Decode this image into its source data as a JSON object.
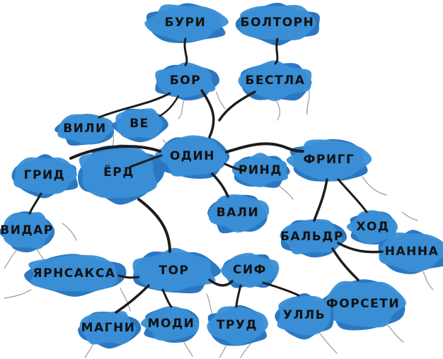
{
  "colors": {
    "blob": "#3a8fd6",
    "blob_dark": "#2b78c2",
    "branch": "#1c1c1c",
    "root": "#9a9a9a",
    "text": "#111111",
    "background": "#ffffff"
  },
  "nodes": [
    {
      "id": "buri",
      "label": "БУРИ"
    },
    {
      "id": "boltorn",
      "label": "БОЛТОРН"
    },
    {
      "id": "bor",
      "label": "БОР"
    },
    {
      "id": "bestla",
      "label": "БЕСТЛА"
    },
    {
      "id": "vili",
      "label": "ВИЛИ"
    },
    {
      "id": "ve",
      "label": "ВЕ"
    },
    {
      "id": "odin",
      "label": "ОДИН"
    },
    {
      "id": "frigg",
      "label": "ФРИГГ"
    },
    {
      "id": "grid",
      "label": "ГРИД"
    },
    {
      "id": "jord",
      "label": "ЁРД"
    },
    {
      "id": "rind",
      "label": "РИНД"
    },
    {
      "id": "vali",
      "label": "ВАЛИ"
    },
    {
      "id": "vidar",
      "label": "ВИДАР"
    },
    {
      "id": "baldr",
      "label": "БАЛЬДР"
    },
    {
      "id": "hod",
      "label": "ХОД"
    },
    {
      "id": "nanna",
      "label": "НАННА"
    },
    {
      "id": "jarnsaxa",
      "label": "ЯРНСАКСА"
    },
    {
      "id": "thor",
      "label": "ТОР"
    },
    {
      "id": "sif",
      "label": "СИФ"
    },
    {
      "id": "forseti",
      "label": "ФОРСЕТИ"
    },
    {
      "id": "magni",
      "label": "МАГНИ"
    },
    {
      "id": "modi",
      "label": "МОДИ"
    },
    {
      "id": "trud",
      "label": "ТРУД"
    },
    {
      "id": "ull",
      "label": "УЛЛЬ"
    }
  ],
  "relations": [
    {
      "parent": "buri",
      "child": "bor"
    },
    {
      "parent": "boltorn",
      "child": "bestla"
    },
    {
      "parent": "bor",
      "child": "vili"
    },
    {
      "parent": "bor",
      "child": "ve"
    },
    {
      "parent": "bor",
      "child": "odin"
    },
    {
      "parent": "bestla",
      "child": "odin"
    },
    {
      "parent": "odin",
      "child": "frigg"
    },
    {
      "parent": "odin",
      "child": "grid"
    },
    {
      "parent": "odin",
      "child": "jord"
    },
    {
      "parent": "odin",
      "child": "rind"
    },
    {
      "parent": "odin",
      "child": "vali"
    },
    {
      "parent": "grid",
      "child": "vidar"
    },
    {
      "parent": "frigg",
      "child": "baldr"
    },
    {
      "parent": "frigg",
      "child": "hod"
    },
    {
      "parent": "baldr",
      "child": "nanna"
    },
    {
      "parent": "baldr",
      "child": "forseti"
    },
    {
      "parent": "jord",
      "child": "thor"
    },
    {
      "parent": "thor",
      "child": "jarnsaxa"
    },
    {
      "parent": "thor",
      "child": "sif"
    },
    {
      "parent": "thor",
      "child": "magni"
    },
    {
      "parent": "thor",
      "child": "modi"
    },
    {
      "parent": "sif",
      "child": "trud"
    },
    {
      "parent": "sif",
      "child": "ull"
    }
  ]
}
